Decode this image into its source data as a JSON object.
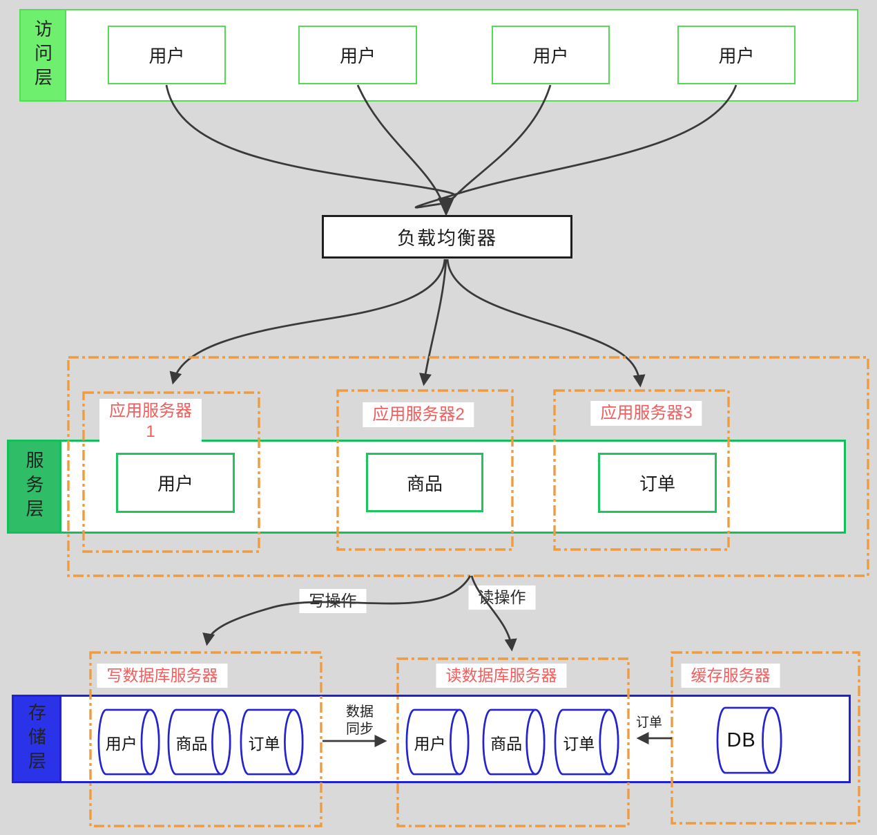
{
  "access_layer": {
    "label": "访问层",
    "user_boxes": [
      "用户",
      "用户",
      "用户",
      "用户"
    ]
  },
  "load_balancer": {
    "label": "负载均衡器"
  },
  "service_layer": {
    "label": "服务层",
    "app_servers": [
      {
        "title": "应用服务器",
        "title_line2": "1",
        "module": "用户"
      },
      {
        "title": "应用服务器2",
        "title_line2": "",
        "module": "商品"
      },
      {
        "title": "应用服务器3",
        "title_line2": "",
        "module": "订单"
      }
    ]
  },
  "flow_labels": {
    "write": "写操作",
    "read": "读操作",
    "sync_line1": "数据",
    "sync_line2": "同步",
    "order": "订单"
  },
  "storage_layer": {
    "label": "存储层",
    "write_db_server": {
      "title": "写数据库服务器",
      "databases": [
        "用户",
        "商品",
        "订单"
      ]
    },
    "read_db_server": {
      "title": "读数据库服务器",
      "databases": [
        "用户",
        "商品",
        "订单"
      ]
    },
    "cache_server": {
      "title": "缓存服务器",
      "database": "DB"
    }
  },
  "colors": {
    "background": "#d9d9d9",
    "access_green": "#6ef06e",
    "access_border": "#55dd55",
    "service_green": "#2fbd68",
    "service_border": "#12bf5a",
    "storage_blue": "#2a33e8",
    "storage_border": "#2020d6",
    "cylinder_blue": "#2323cf",
    "dashed_orange": "#ef9b3f",
    "label_red": "#f25d5d",
    "line_black": "#3a3a3a"
  }
}
